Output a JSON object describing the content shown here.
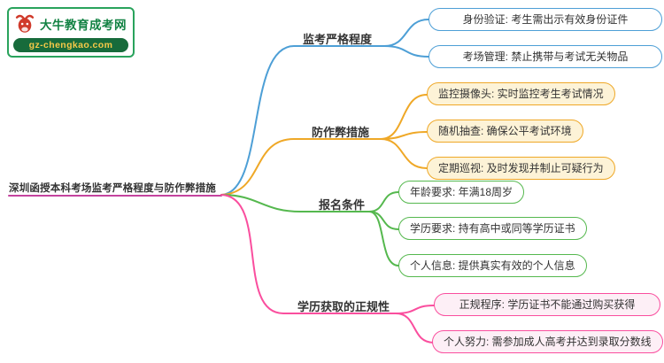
{
  "page": {
    "background": "#ffffff"
  },
  "logo": {
    "title": "大牛教育成考网",
    "url": "gz-chengkao.com",
    "brand_green": "#128243",
    "brand_red": "#D03A2B"
  },
  "root": {
    "label": "深圳函授本科考场监考严格程度与防作弊措施",
    "underline_color": "#C4439E"
  },
  "branches": [
    {
      "label": "监考严格程度",
      "color": "#4D9FD6",
      "fill": "#ffffff",
      "children": [
        "身份验证: 考生需出示有效身份证件",
        "考场管理: 禁止携带与考试无关物品"
      ]
    },
    {
      "label": "防作弊措施",
      "color": "#EFA827",
      "fill": "#FDF3D7",
      "children": [
        "监控摄像头: 实时监控考生考试情况",
        "随机抽查: 确保公平考试环境",
        "定期巡视: 及时发现并制止可疑行为"
      ]
    },
    {
      "label": "报名条件",
      "color": "#55B84E",
      "fill": "#ffffff",
      "children": [
        "年龄要求: 年满18周岁",
        "学历要求: 持有高中或同等学历证书",
        "个人信息: 提供真实有效的个人信息"
      ]
    },
    {
      "label": "学历获取的正规性",
      "color": "#FA4E9E",
      "fill": "#FDEFF6",
      "children": [
        "正规程序: 学历证书不能通过购买获得",
        "个人努力: 需参加成人高考并达到录取分数线"
      ]
    }
  ]
}
